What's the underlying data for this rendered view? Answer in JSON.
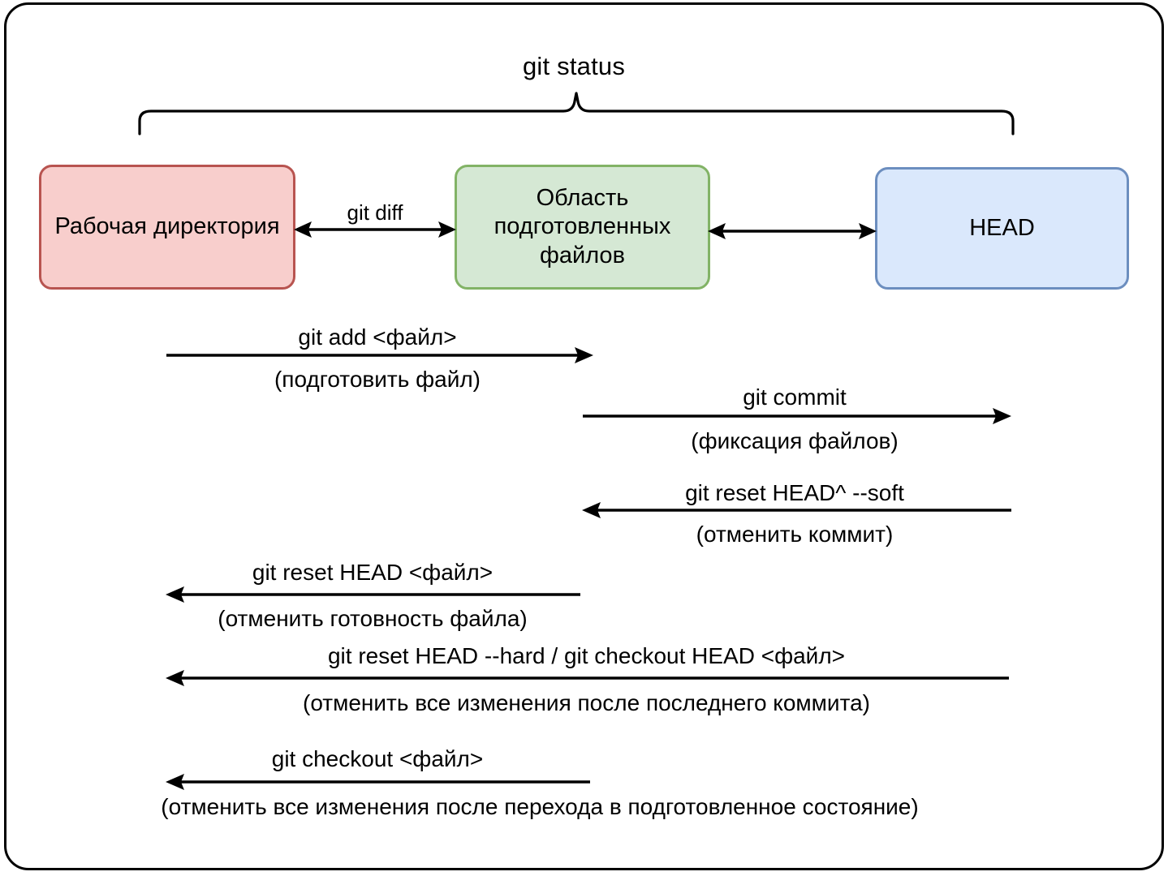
{
  "diagram": {
    "title": "git status",
    "nodes": [
      {
        "id": "working",
        "label": "Рабочая директория",
        "fill": "#f8cecc",
        "stroke": "#b85450"
      },
      {
        "id": "staging",
        "label": "Область подготовленных файлов",
        "fill": "#d5e8d4",
        "stroke": "#82b366"
      },
      {
        "id": "head",
        "label": "HEAD",
        "fill": "#dae8fc",
        "stroke": "#6c8ebf"
      }
    ],
    "box_arrows": [
      {
        "id": "working-staging",
        "label": "git diff",
        "direction": "both"
      },
      {
        "id": "staging-head",
        "label": "",
        "direction": "both"
      }
    ],
    "flows": [
      {
        "id": "git-add",
        "command": "git add <файл>",
        "description": "(подготовить файл)",
        "direction": "right"
      },
      {
        "id": "git-commit",
        "command": "git commit",
        "description": "(фиксация файлов)",
        "direction": "right"
      },
      {
        "id": "git-reset-soft",
        "command": "git reset HEAD^ --soft",
        "description": "(отменить коммит)",
        "direction": "left"
      },
      {
        "id": "git-reset-head-file",
        "command": "git reset HEAD <файл>",
        "description": "(отменить готовность файла)",
        "direction": "left"
      },
      {
        "id": "git-reset-hard",
        "command": "git reset HEAD --hard / git checkout HEAD <файл>",
        "description": "(отменить все изменения после последнего коммита)",
        "direction": "left"
      },
      {
        "id": "git-checkout-file",
        "command": "git checkout <файл>",
        "description": "(отменить все изменения после перехода в подготовленное состояние)",
        "direction": "left"
      }
    ],
    "colors": {
      "line": "#000000",
      "background": "#ffffff",
      "frame": "#000000"
    }
  }
}
